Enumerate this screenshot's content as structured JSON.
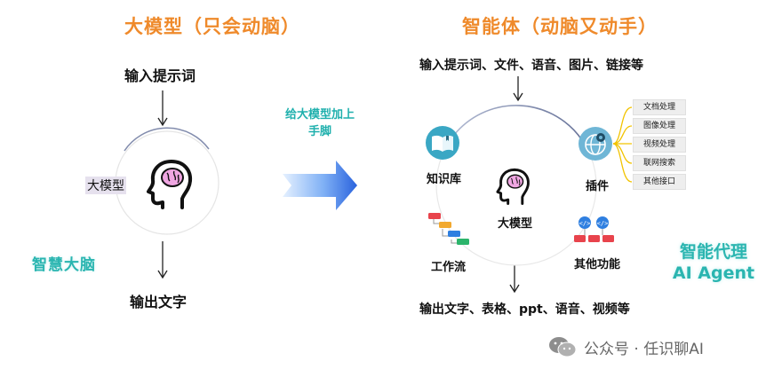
{
  "left": {
    "title": "大模型（只会动脑）",
    "input_label": "输入提示词",
    "core_label": "大模型",
    "side_label": "智慧大脑",
    "output_label": "输出文字"
  },
  "middle": {
    "arrow_label_line1": "给大模型加上",
    "arrow_label_line2": "手脚"
  },
  "right": {
    "title": "智能体（动脑又动手）",
    "input_label": "输入提示词、文件、语音、图片、链接等",
    "core_label": "大模型",
    "knowledge_label": "知识库",
    "plugin_label": "插件",
    "workflow_label": "工作流",
    "other_label": "其他功能",
    "output_label": "输出文字、表格、ppt、语音、视频等",
    "plugins": [
      "文档处理",
      "图像处理",
      "视频处理",
      "联网搜索",
      "其他接口"
    ],
    "agent_cn": "智能代理",
    "agent_en": "AI Agent"
  },
  "watermark": {
    "text": "公众号 · 任识聊AI"
  },
  "colors": {
    "orange": "#ef8a2b",
    "teal": "#2ab5b0",
    "brain_pink": "#f0a6e2",
    "arrow_blue": "#2f6fe0",
    "plugin_line": "#f2c300"
  }
}
